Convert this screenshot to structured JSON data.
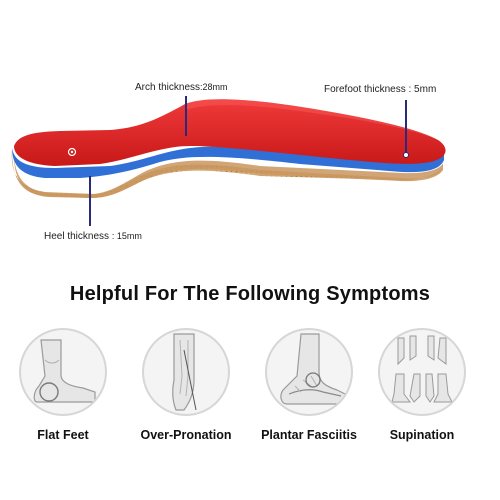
{
  "callouts": {
    "arch": {
      "label": "Arch thickness",
      "value": ":28mm"
    },
    "forefoot": {
      "label": "Forefoot thickness",
      "value": ": 5mm"
    },
    "heel": {
      "label": "Heel thickness",
      "value": ": 15mm"
    }
  },
  "heading": "Helpful For The Following Symptoms",
  "symptoms": [
    {
      "label": "Flat Feet"
    },
    {
      "label": "Over-Pronation"
    },
    {
      "label": "Plantar Fasciitis"
    },
    {
      "label": "Supination"
    }
  ],
  "colors": {
    "insole_top": "#e02525",
    "insole_layer": "#2f6fd6",
    "cork": "#c99a63",
    "callout_line": "#2a2a7a"
  }
}
